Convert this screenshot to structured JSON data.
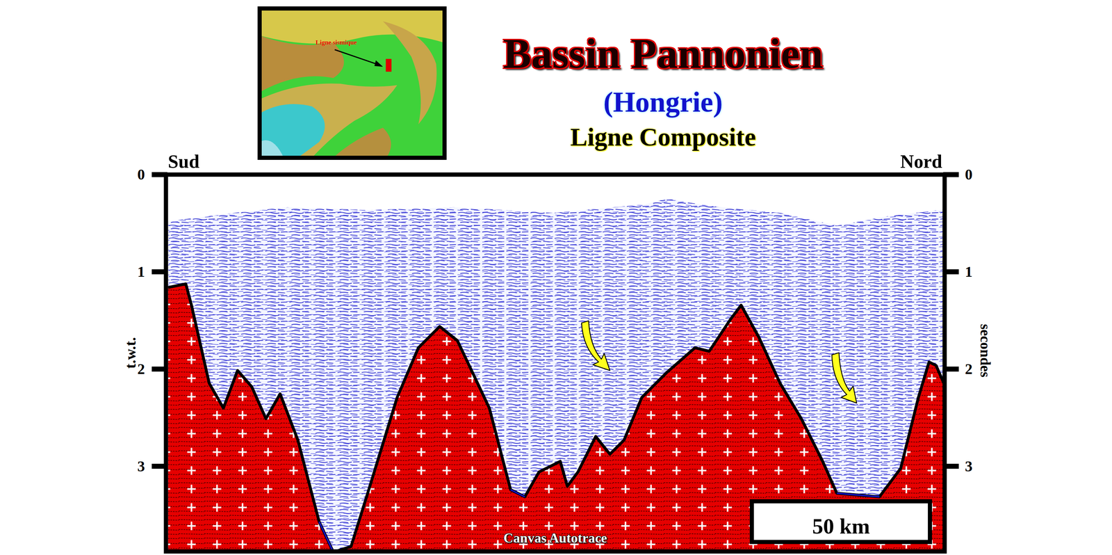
{
  "diagram": {
    "title": "Bassin Pannonien",
    "nodes": [
      {
        "text": [
          "Ligne sismique"
        ]
      },
      {
        "text": [
          "50 km"
        ]
      }
    ],
    "labels": [
      "(Hongrie)",
      "Ligne Composite",
      "Sud",
      "Nord",
      "0",
      "1",
      "2",
      "3",
      "0",
      "1",
      "2",
      "3",
      "t.w.t.",
      "secondes",
      "Canvas Autotrace"
    ]
  }
}
